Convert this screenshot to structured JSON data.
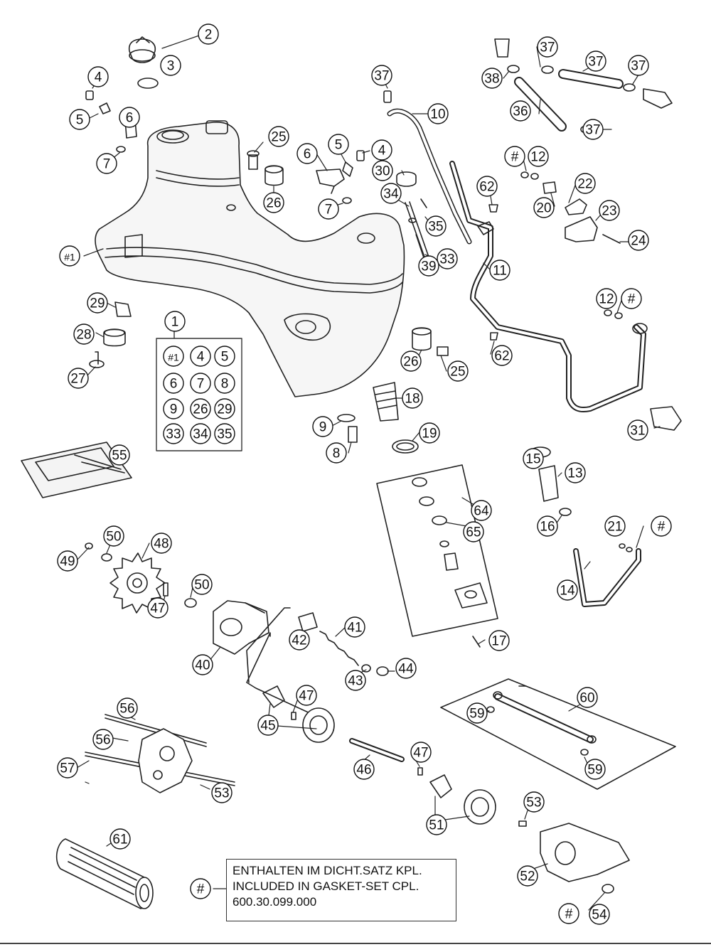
{
  "callouts": [
    {
      "label": "2"
    },
    {
      "label": "3"
    },
    {
      "label": "4"
    },
    {
      "label": "5"
    },
    {
      "label": "6"
    },
    {
      "label": "7"
    },
    {
      "label": "#1"
    },
    {
      "label": "25"
    },
    {
      "label": "26"
    },
    {
      "label": "6"
    },
    {
      "label": "5"
    },
    {
      "label": "4"
    },
    {
      "label": "7"
    },
    {
      "label": "30"
    },
    {
      "label": "34"
    },
    {
      "label": "35"
    },
    {
      "label": "33"
    },
    {
      "label": "39"
    },
    {
      "label": "37"
    },
    {
      "label": "10"
    },
    {
      "label": "11"
    },
    {
      "label": "37"
    },
    {
      "label": "38"
    },
    {
      "label": "37"
    },
    {
      "label": "37"
    },
    {
      "label": "36"
    },
    {
      "label": "37"
    },
    {
      "label": "#"
    },
    {
      "label": "12"
    },
    {
      "label": "62"
    },
    {
      "label": "22"
    },
    {
      "label": "20"
    },
    {
      "label": "23"
    },
    {
      "label": "24"
    },
    {
      "label": "12"
    },
    {
      "label": "#"
    },
    {
      "label": "62"
    },
    {
      "label": "29"
    },
    {
      "label": "28"
    },
    {
      "label": "27"
    },
    {
      "label": "1"
    },
    {
      "label": "26"
    },
    {
      "label": "25"
    },
    {
      "label": "18"
    },
    {
      "label": "9"
    },
    {
      "label": "8"
    },
    {
      "label": "19"
    },
    {
      "label": "31"
    },
    {
      "label": "55"
    },
    {
      "label": "15"
    },
    {
      "label": "13"
    },
    {
      "label": "64"
    },
    {
      "label": "65"
    },
    {
      "label": "16"
    },
    {
      "label": "21"
    },
    {
      "label": "#"
    },
    {
      "label": "14"
    },
    {
      "label": "17"
    },
    {
      "label": "49"
    },
    {
      "label": "50"
    },
    {
      "label": "48"
    },
    {
      "label": "50"
    },
    {
      "label": "47"
    },
    {
      "label": "40"
    },
    {
      "label": "42"
    },
    {
      "label": "41"
    },
    {
      "label": "43"
    },
    {
      "label": "44"
    },
    {
      "label": "47"
    },
    {
      "label": "45"
    },
    {
      "label": "46"
    },
    {
      "label": "47"
    },
    {
      "label": "60"
    },
    {
      "label": "59"
    },
    {
      "label": "59"
    },
    {
      "label": "56"
    },
    {
      "label": "56"
    },
    {
      "label": "57"
    },
    {
      "label": "53"
    },
    {
      "label": "51"
    },
    {
      "label": "53"
    },
    {
      "label": "52"
    },
    {
      "label": "61"
    },
    {
      "label": "#"
    },
    {
      "label": "#"
    },
    {
      "label": "54"
    }
  ],
  "kit_box": {
    "items": [
      "#1",
      "4",
      "5",
      "6",
      "7",
      "8",
      "9",
      "26",
      "29",
      "33",
      "34",
      "35"
    ]
  },
  "note": {
    "line1": "ENTHALTEN IM DICHT.SATZ KPL.",
    "line2": "INCLUDED IN GASKET-SET CPL.",
    "line3": "600.30.099.000"
  }
}
